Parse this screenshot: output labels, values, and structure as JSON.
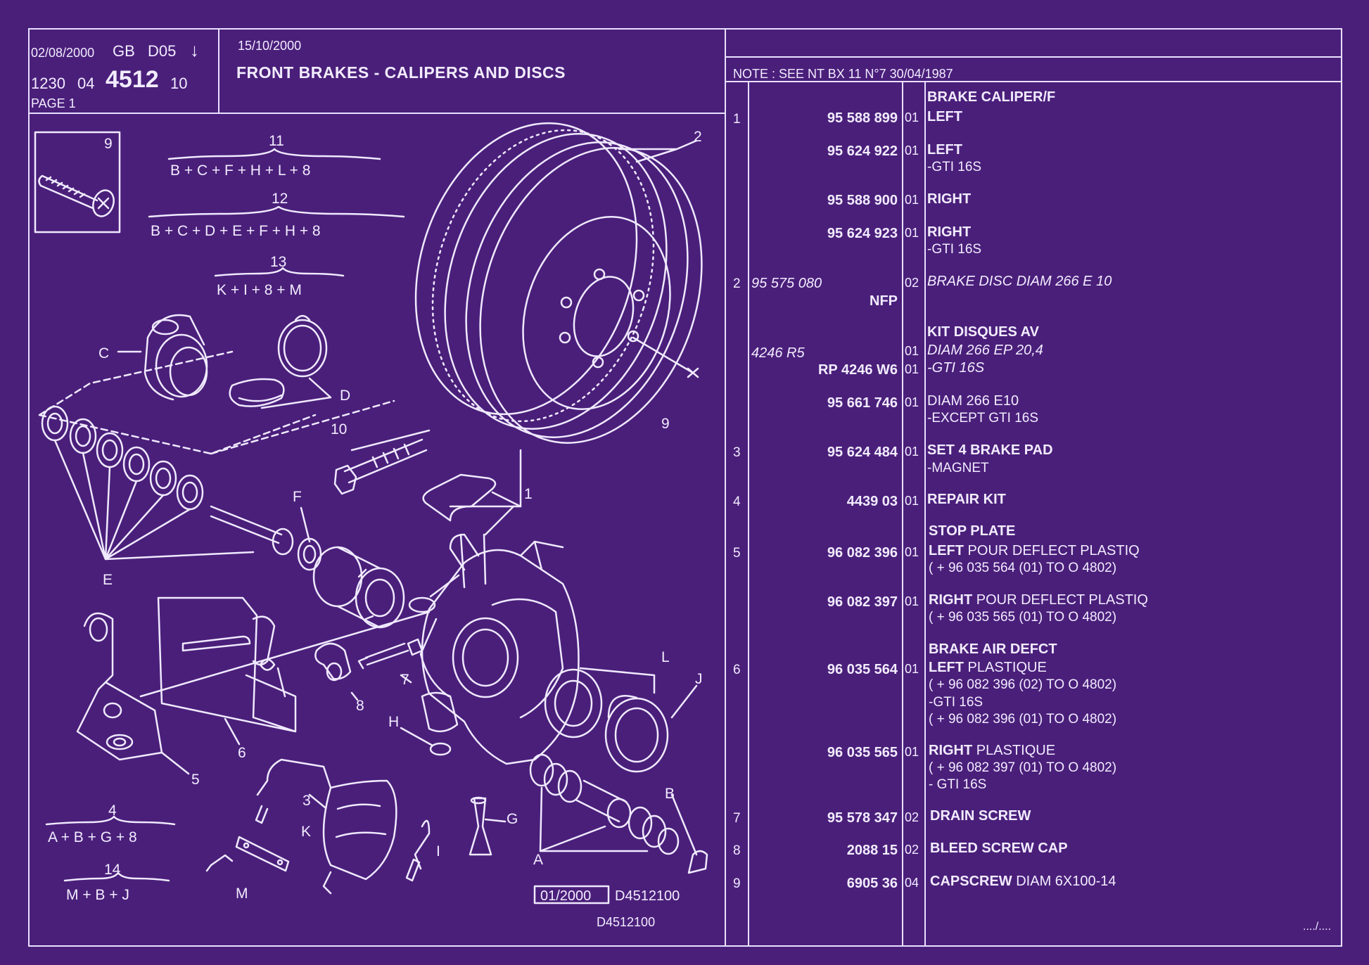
{
  "header": {
    "date_top": "02/08/2000",
    "lang": "GB",
    "sheet": "D05",
    "arrow": "↓",
    "code_a": "1230",
    "code_b": "04",
    "code_main": "4512",
    "code_c": "10",
    "page": "PAGE 1",
    "edition_date": "15/10/2000",
    "title": "FRONT BRAKES - CALIPERS AND DISCS",
    "note": "NOTE : SEE NT BX 11 N°7 30/04/1987"
  },
  "diagram": {
    "callouts": {
      "n1": "1",
      "n2": "2",
      "n3": "3",
      "n4": "4",
      "n5": "5",
      "n6": "6",
      "n7": "7",
      "n8": "8",
      "n9_disc": "9",
      "n9_box": "9",
      "n10": "10",
      "A": "A",
      "B": "B",
      "C": "C",
      "D": "D",
      "E": "E",
      "F": "F",
      "G": "G",
      "H": "H",
      "I": "I",
      "J": "J",
      "K": "K",
      "L": "L",
      "M": "M"
    },
    "kits": [
      {
        "num": "11",
        "formula": "B + C + F + H + L + 8"
      },
      {
        "num": "12",
        "formula": "B + C + D + E + F + H + 8"
      },
      {
        "num": "13",
        "formula": "K + I + 8 + M"
      },
      {
        "num": "4",
        "formula": "A + B + G + 8"
      },
      {
        "num": "14",
        "formula": "M + B + J"
      }
    ],
    "stamp_date": "01/2000",
    "stamp_ref": "D4512100",
    "ref_bottom": "D4512100"
  },
  "parts": [
    {
      "ref": "1",
      "pn": "95 588 899",
      "qty": "01",
      "bold": "BRAKE CALIPER/F",
      "line1b": "LEFT"
    },
    {
      "ref": "",
      "pn": "95 624 922",
      "qty": "01",
      "line1b": "LEFT",
      "sub": "-GTI 16S"
    },
    {
      "ref": "",
      "pn": "95 588 900",
      "qty": "01",
      "line1b": "RIGHT"
    },
    {
      "ref": "",
      "pn": "95 624 923",
      "qty": "01",
      "line1b": "RIGHT",
      "sub": "-GTI 16S"
    },
    {
      "ref": "2",
      "pn": "95 575 080",
      "pn2": "NFP",
      "qty": "02",
      "desc": "BRAKE DISC DIAM 266 E 10"
    },
    {
      "head": "KIT DISQUES AV",
      "pn": "4246 R5",
      "qty": "01",
      "desc": "DIAM 266 EP 20,4"
    },
    {
      "pn": "RP  4246 W6",
      "qty": "01",
      "desc": "-GTI 16S"
    },
    {
      "pn": "95 661 746",
      "qty": "01",
      "desc": "DIAM 266 E10",
      "sub": "-EXCEPT  GTI 16S"
    },
    {
      "ref": "3",
      "pn": "95 624 484",
      "qty": "01",
      "line1b": "SET 4 BRAKE PAD",
      "sub": "-MAGNET"
    },
    {
      "ref": "4",
      "pn": "4439 03",
      "qty": "01",
      "line1b": "REPAIR KIT"
    },
    {
      "ref": "5",
      "head": "STOP PLATE",
      "pn": "96 082 396",
      "qty": "01",
      "line1b": "LEFT",
      "rest": " POUR DEFLECT PLASTIQ",
      "sub": "( +  96 035 564 (01) TO O 4802)"
    },
    {
      "pn": "96 082 397",
      "qty": "01",
      "line1b": "RIGHT",
      "rest": " POUR DEFLECT PLASTIQ",
      "sub": "( +  96 035 565 (01) TO O 4802)"
    },
    {
      "ref": "6",
      "head": "BRAKE AIR DEFCT",
      "pn": "96 035 564",
      "qty": "01",
      "line1b": "LEFT",
      "rest": " PLASTIQUE",
      "sub": "( +  96 082 396 (02) TO O 4802)",
      "sub2": "-GTI 16S",
      "sub3": "( +  96 082 396 (01) TO O 4802)"
    },
    {
      "pn": "96 035 565",
      "qty": "01",
      "line1b": "RIGHT",
      "rest": " PLASTIQUE",
      "sub": "( +  96 082 397 (01) TO O 4802)",
      "sub2": "-     GTI 16S"
    },
    {
      "ref": "7",
      "pn": "95 578 347",
      "qty": "02",
      "line1b": "DRAIN SCREW"
    },
    {
      "ref": "8",
      "pn": "2088 15",
      "qty": "02",
      "line1b": "BLEED SCREW CAP"
    },
    {
      "ref": "9",
      "pn": "6905 36",
      "qty": "04",
      "line1b": "CAPSCREW",
      "rest": " DIAM 6X100-14"
    }
  ],
  "footer": {
    "continue": "..../...."
  },
  "colors": {
    "background": "#4a1f7a",
    "ink": "#f2ecff"
  }
}
